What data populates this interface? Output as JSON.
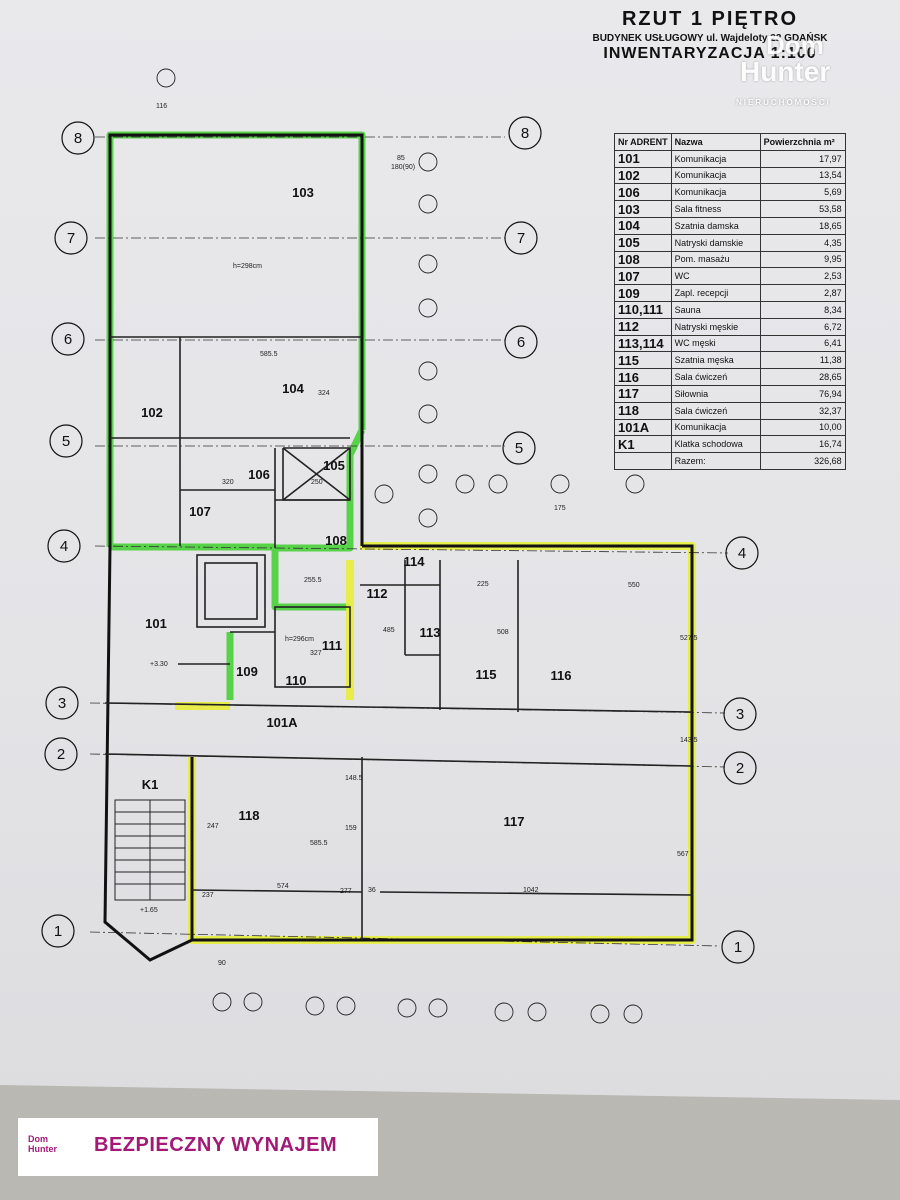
{
  "header": {
    "title": "RZUT 1 PIĘTRO",
    "subtitle": "BUDYNEK USŁUGOWY ul. Wajdeloty 22 GDAŃSK",
    "inventory": "INWENTARYZACJA 1:100"
  },
  "watermark": {
    "line1": "Dom",
    "line2": "Hunter",
    "line3": "NIERUCHOMOŚCI"
  },
  "table": {
    "col_nr": "Nr ADRENT",
    "col_name": "Nazwa",
    "col_area": "Powierzchnia m²",
    "rows": [
      {
        "nr": "101",
        "name": "Komunikacja",
        "area": "17,97"
      },
      {
        "nr": "102",
        "name": "Komunikacja",
        "area": "13,54"
      },
      {
        "nr": "106",
        "name": "Komunikacja",
        "area": "5,69"
      },
      {
        "nr": "103",
        "name": "Sala fitness",
        "area": "53,58"
      },
      {
        "nr": "104",
        "name": "Szatnia damska",
        "area": "18,65"
      },
      {
        "nr": "105",
        "name": "Natryski damskie",
        "area": "4,35"
      },
      {
        "nr": "108",
        "name": "Pom. masażu",
        "area": "9,95"
      },
      {
        "nr": "107",
        "name": "WC",
        "area": "2,53"
      },
      {
        "nr": "109",
        "name": "Zapl. recepcji",
        "area": "2,87"
      },
      {
        "nr": "110,111",
        "name": "Sauna",
        "area": "8,34"
      },
      {
        "nr": "112",
        "name": "Natryski męskie",
        "area": "6,72"
      },
      {
        "nr": "113,114",
        "name": "WC męski",
        "area": "6,41"
      },
      {
        "nr": "115",
        "name": "Szatnia męska",
        "area": "11,38"
      },
      {
        "nr": "116",
        "name": "Sala ćwiczeń",
        "area": "28,65"
      },
      {
        "nr": "117",
        "name": "Siłownia",
        "area": "76,94"
      },
      {
        "nr": "118",
        "name": "Sala ćwiczeń",
        "area": "32,37"
      },
      {
        "nr": "101A",
        "name": "Komunikacja",
        "area": "10,00"
      },
      {
        "nr": "K1",
        "name": "Klatka schodowa",
        "area": "16,74"
      }
    ],
    "sum_label": "Razem:",
    "sum_value": "326,68"
  },
  "axes": [
    "8",
    "7",
    "6",
    "5",
    "4",
    "3",
    "2",
    "1"
  ],
  "rooms": [
    "103",
    "104",
    "102",
    "106",
    "105",
    "107",
    "108",
    "114",
    "112",
    "113",
    "101",
    "111",
    "109",
    "110",
    "115",
    "116",
    "101A",
    "K1",
    "118",
    "117"
  ],
  "dimensions": [
    "585.5",
    "324",
    "320",
    "250",
    "255.5",
    "225",
    "550",
    "508",
    "527.5",
    "143.5",
    "148.5",
    "159",
    "585.5",
    "574",
    "1042",
    "567",
    "247",
    "237",
    "277",
    "36",
    "485",
    "327",
    "h=298cm",
    "h=296cm",
    "+3.30",
    "+1.65",
    "85",
    "180(90)",
    "90",
    "175",
    "116"
  ],
  "badge": {
    "logo_line1": "Dom",
    "logo_line2": "Hunter",
    "text": "BEZPIECZNY WYNAJEM"
  },
  "colors": {
    "green_highlight": "#3fcf2e",
    "yellow_highlight": "#e8ee3a",
    "brand": "#a21a76"
  }
}
